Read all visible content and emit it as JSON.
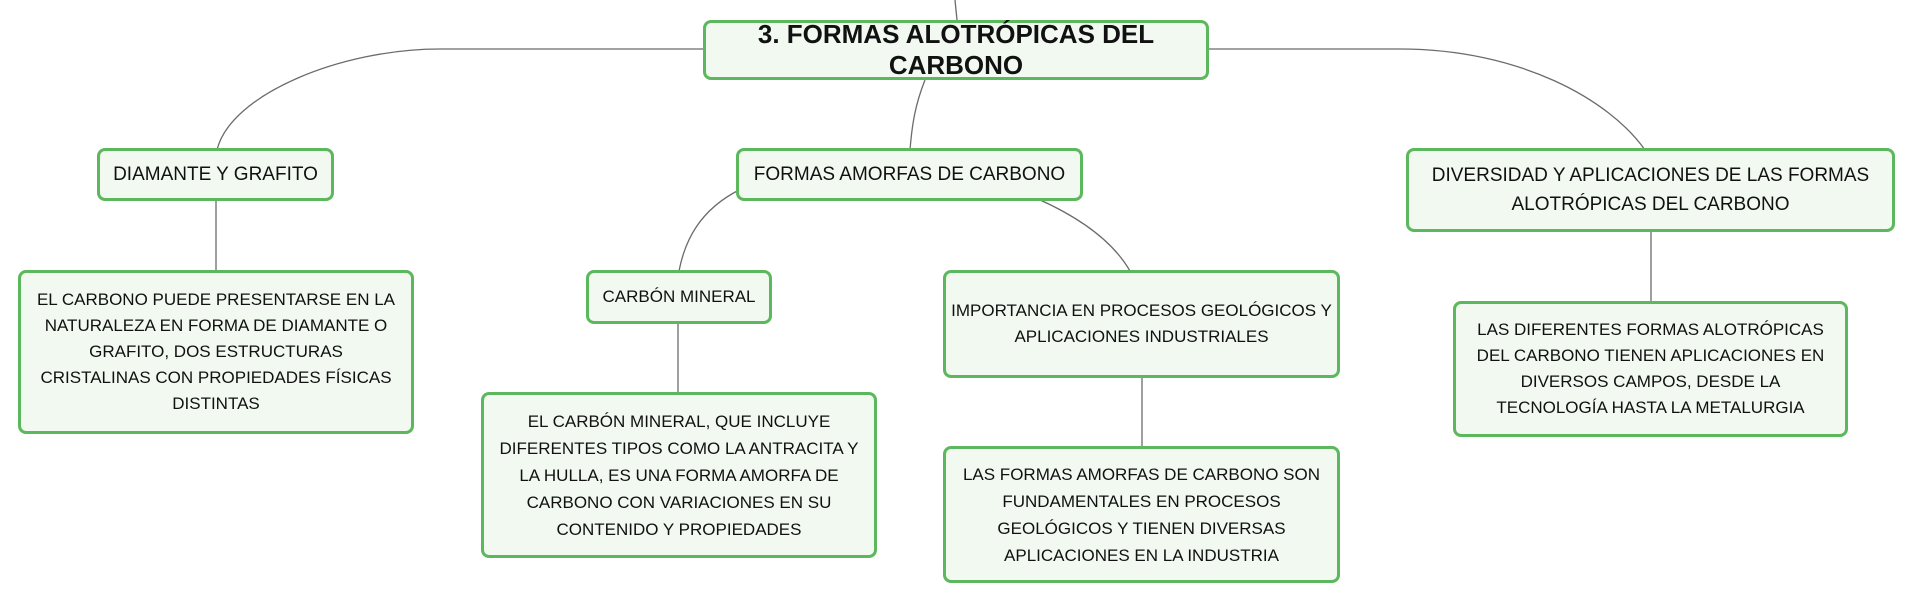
{
  "map": {
    "root": "3. FORMAS ALOTRÓPICAS DEL CARBONO",
    "branch_diamond": "DIAMANTE Y GRAFITO",
    "branch_amorphous": "FORMAS AMORFAS DE CARBONO",
    "branch_diversity": "DIVERSIDAD Y APLICACIONES DE LAS FORMAS ALOTRÓPICAS DEL CARBONO",
    "detail_diamond": "EL CARBONO PUEDE PRESENTARSE EN LA NATURALEZA EN FORMA DE DIAMANTE O GRAFITO, DOS ESTRUCTURAS CRISTALINAS CON PROPIEDADES FÍSICAS DISTINTAS",
    "sub_mineral": "CARBÓN MINERAL",
    "sub_importance": "IMPORTANCIA EN PROCESOS GEOLÓGICOS Y APLICACIONES INDUSTRIALES",
    "detail_mineral": "EL CARBÓN MINERAL, QUE INCLUYE DIFERENTES TIPOS COMO LA ANTRACITA Y LA HULLA, ES UNA FORMA AMORFA DE CARBONO CON VARIACIONES EN SU CONTENIDO Y PROPIEDADES",
    "detail_importance": "LAS FORMAS AMORFAS DE CARBONO SON FUNDAMENTALES EN PROCESOS GEOLÓGICOS Y TIENEN DIVERSAS APLICACIONES EN LA INDUSTRIA",
    "detail_diversity": "LAS DIFERENTES FORMAS ALOTRÓPICAS DEL CARBONO TIENEN APLICACIONES EN DIVERSOS CAMPOS, DESDE LA TECNOLOGÍA HASTA LA METALURGIA"
  },
  "colors": {
    "node_border": "#5cb85c",
    "node_fill": "#f1f9f1",
    "connector": "#6b6b6b"
  }
}
